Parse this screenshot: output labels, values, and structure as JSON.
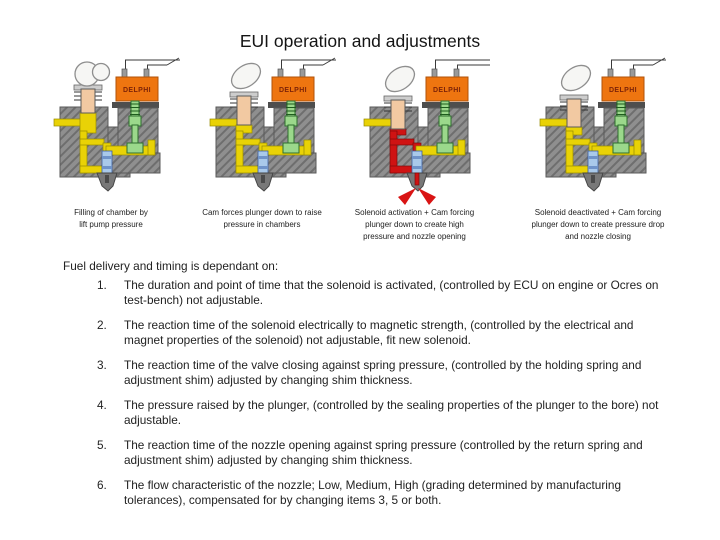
{
  "slide": {
    "title": "EUI operation and adjustments",
    "brand_label": "DELPHI",
    "diagrams": [
      {
        "caption": "Filling of chamber by lift pump pressure"
      },
      {
        "caption": "Cam forces plunger down to raise pressure in chambers"
      },
      {
        "caption": "Solenoid activation + Cam forcing plunger down to create high pressure and nozzle opening"
      },
      {
        "caption": "Solenoid deactivated + Cam forcing plunger down to create pressure drop and nozzle closing"
      }
    ],
    "body": {
      "intro": "Fuel delivery and timing is dependant on:",
      "items": [
        {
          "number": "1.",
          "text": "The duration and point of time that the solenoid is activated, (controlled by ECU on engine or Ocres on test-bench) not adjustable."
        },
        {
          "number": "2.",
          "text": "The reaction time of the solenoid electrically to magnetic strength, (controlled by the electrical and magnet properties of the solenoid) not adjustable, fit new solenoid."
        },
        {
          "number": "3.",
          "text": "The reaction time of the valve closing against spring pressure, (controlled by the holding spring and adjustment shim) adjusted by changing shim thickness."
        },
        {
          "number": "4.",
          "text": "The pressure raised by the plunger, (controlled by the sealing properties of the plunger to the bore) not adjustable."
        },
        {
          "number": "5.",
          "text": "The reaction time of the nozzle opening against spring pressure (controlled by the return spring and adjustment shim) adjusted by changing shim thickness."
        },
        {
          "number": "6.",
          "text": "The flow characteristic of the nozzle; Low, Medium, High (grading determined by manufacturing tolerances), compensated for by changing items 3, 5 or both."
        }
      ]
    },
    "colors": {
      "background": "#ffffff",
      "text": "#222222",
      "delphi_orange": "#ee7510",
      "delphi_label_text": "#7e2408",
      "injector_body_gray": "#8f8f8f",
      "fuel_yellow": "#e9d206",
      "high_pressure_red": "#cf1313",
      "plunger_tan": "#f2c9a2",
      "control_valve_green": "#9bd88b",
      "spill_valve_blue": "#a9c9ea",
      "spray_red": "#d91414"
    }
  }
}
